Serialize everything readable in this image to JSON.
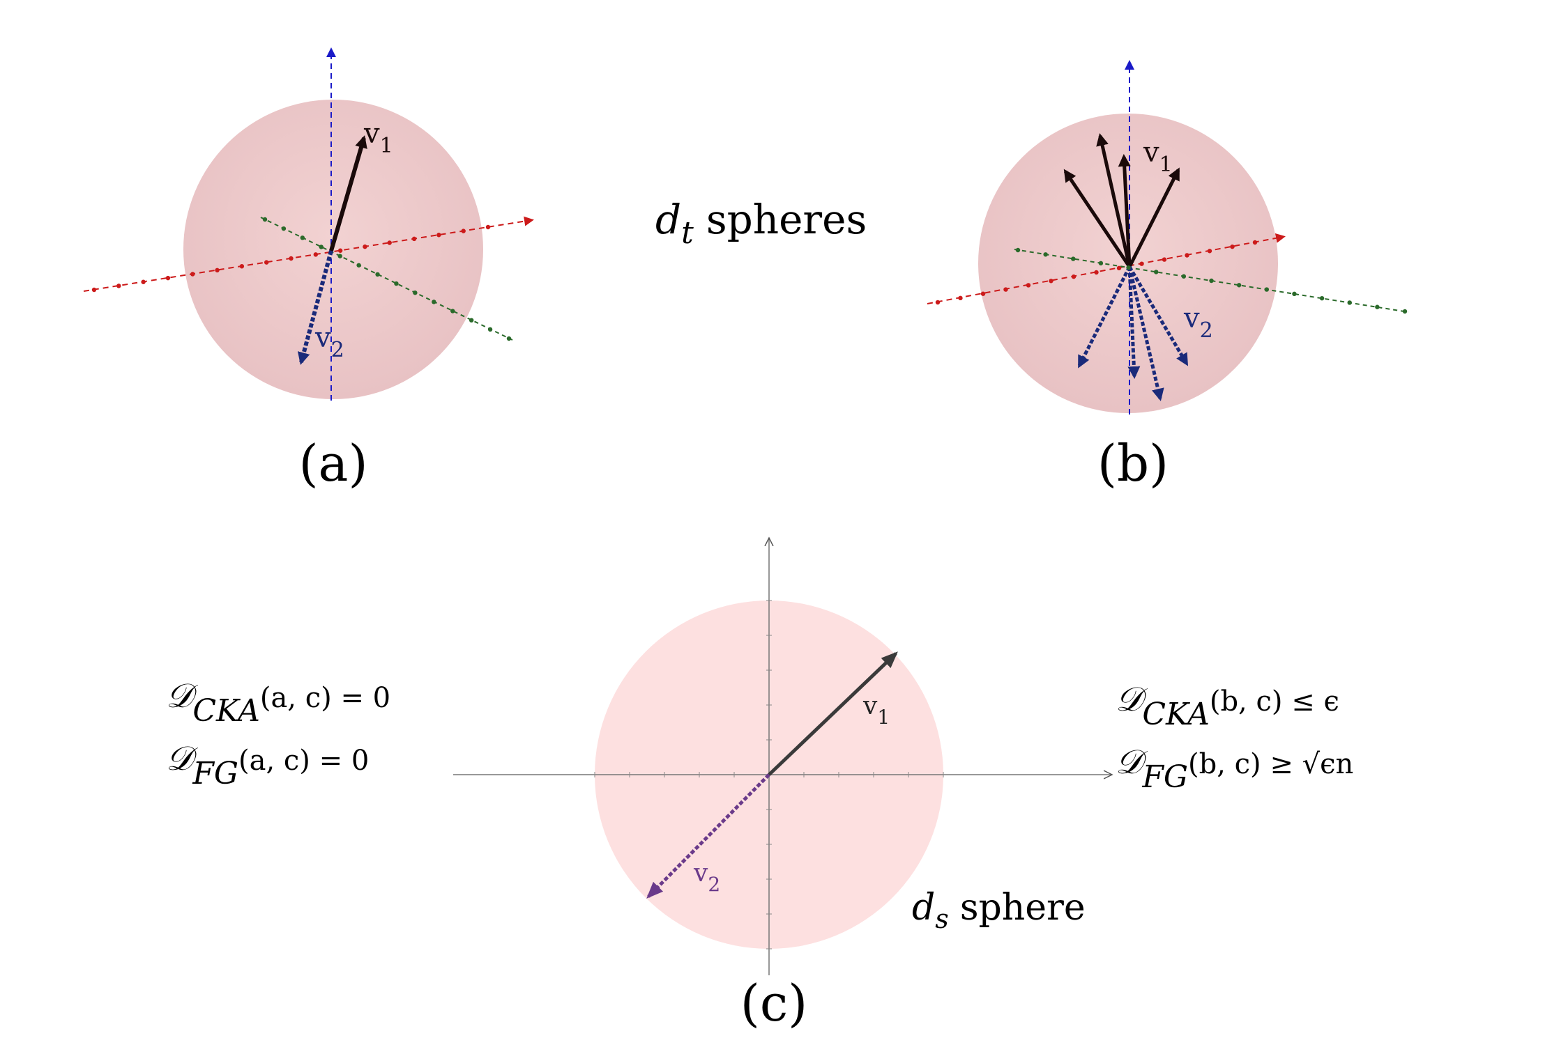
{
  "panel_a": {
    "caption": "(a)",
    "v1_label": "v",
    "v1_sub": "1",
    "v2_label": "v",
    "v2_sub": "2"
  },
  "panel_b": {
    "caption": "(b)",
    "v1_label": "v",
    "v1_sub": "1",
    "v2_label": "v",
    "v2_sub": "2"
  },
  "top_label": {
    "symbol": "d",
    "sub": "t",
    "text": "spheres"
  },
  "panel_c": {
    "caption": "(c)",
    "v1_label": "v",
    "v1_sub": "1",
    "v2_label": "v",
    "v2_sub": "2",
    "sphere_symbol": "d",
    "sphere_sub": "s",
    "sphere_text": "sphere"
  },
  "left_eqs": {
    "eq1_sym": "𝒟",
    "eq1_sub": "CKA",
    "eq1_rest": "(a, c) = 0",
    "eq2_sym": "𝒟",
    "eq2_sub": "FG",
    "eq2_rest": "(a, c) = 0"
  },
  "right_eqs": {
    "eq1_sym": "𝒟",
    "eq1_sub": "CKA",
    "eq1_rest": "(b, c) ≤ ϵ",
    "eq2_sym": "𝒟",
    "eq2_sub": "FG",
    "eq2_rest": "(b, c) ≥ √ϵn"
  },
  "colors": {
    "sphere_3d": "#e8c4c4",
    "sphere_2d": "#fde0e0",
    "z_axis": "#1a1ac8",
    "x_axis": "#cc1a1a",
    "y_axis": "#2a6a2a",
    "v1": "#1a0a0a",
    "v2": "#1a2a7a",
    "v2_flat": "#6a3a8a",
    "v1_flat": "#3a3a3a"
  }
}
